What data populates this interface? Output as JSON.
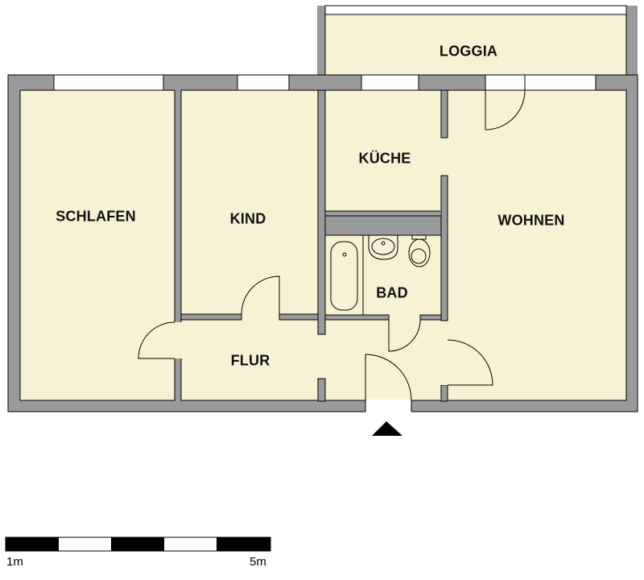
{
  "plan": {
    "colors": {
      "floor": "#F8F2D4",
      "wall": "#9A9A9A",
      "line": "#000000",
      "window": "#FFFFFF"
    },
    "rooms": [
      {
        "id": "loggia",
        "label": "LOGGIA"
      },
      {
        "id": "schlafen",
        "label": "SCHLAFEN"
      },
      {
        "id": "kind",
        "label": "KIND"
      },
      {
        "id": "kueche",
        "label": "KÜCHE"
      },
      {
        "id": "wohnen",
        "label": "WOHNEN"
      },
      {
        "id": "bad",
        "label": "BAD"
      },
      {
        "id": "flur",
        "label": "FLUR"
      }
    ],
    "entrance_marker": "entrance-arrow-icon"
  },
  "scale_bar": {
    "start_label": "1m",
    "end_label": "5m",
    "segments": 5
  }
}
